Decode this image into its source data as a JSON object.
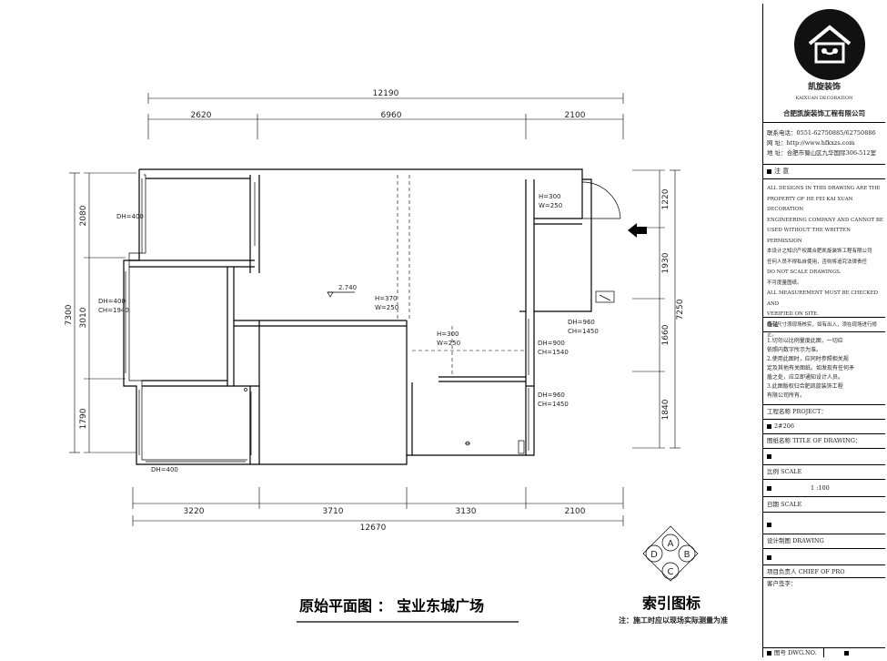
{
  "company": {
    "logo_text_cn": "凯旋装饰",
    "logo_text_en": "KAIXUAN DECORATION",
    "name": "合肥凯旋装饰工程有限公司",
    "phone": "联系电话：0551-62750885/62750886",
    "website": "网    址：http://www.hfkxzs.com",
    "address": "地    址：合肥市蜀山区九华国际306-512室"
  },
  "notes": {
    "heading": "注 意",
    "lines": [
      "ALL DESIGNS IN THIS DRAWING ARE THE",
      "PROPERTY OF HE FEI KAI XUAN DECORATION",
      "ENGINEERING COMPANY AND CANNOT BE",
      "USED WITHOUT THE WRITTEN PERMISSION",
      "本设计之知识产权属合肥凯旋装饰工程有限公司",
      "任何人员不得私自使用，否则将追究法律责任",
      "DO NOT SCALE DRAWINGS.",
      "不可度量图纸。",
      "ALL MEASUREMENT MUST BE CHECKED AND",
      "VERIFIED ON SITE.",
      "所有尺寸须现场核实，如有出入，须在现场进行修正。"
    ]
  },
  "remarks": {
    "heading": "备注",
    "lines": [
      "1.切勿以比例量度此图，一切应",
      "依照内数字所示为准。",
      "2.使用此图时，应同时参照相关规",
      "定及其他有关图纸。如发现有任何矛",
      "盾之处，应立即通知设计人员。",
      "3.此图版权归合肥凯旋装饰工程",
      "有限公司所有。"
    ]
  },
  "project": {
    "label": "工程名称 PROJECT：",
    "value": "2#206"
  },
  "drawing_title_label": "图纸名称 TITLE  OF  DRAWING：",
  "scale": {
    "label": "比例 SCALE",
    "value": "1 :100"
  },
  "date_label": "日期 SCALE",
  "design_label": "设计制图 DRAWING",
  "chief_label": "项目负责人 CHIEF OF PRO",
  "client_label": "客户签字：",
  "drawing_no_label": "图号 DWG.NO.",
  "plan": {
    "title": "原始平面图  ：  宝业东城广场",
    "dims_top_total": "12190",
    "dims_top": [
      "2620",
      "6960",
      "2100"
    ],
    "dims_bottom": [
      "3220",
      "3710",
      "3130",
      "2100"
    ],
    "dims_bottom_total": "12670",
    "dims_left_total": "7300",
    "dims_left": [
      "2080",
      "3010",
      "1790"
    ],
    "dims_right_total": "7250",
    "dims_right": [
      "1220",
      "1930",
      "1660",
      "1840"
    ],
    "labels": {
      "dh400_a": "DH=400",
      "dh400_b": "DH=400",
      "ch1940": "CH=1940",
      "dh400_c": "DH=400",
      "elev": "2.740",
      "h370": "H=370",
      "w250_a": "W=250",
      "h300_a": "H=300",
      "w250_b": "W=250",
      "h300_b": "H=300",
      "w250_c": "W=250",
      "dh960_a": "DH=960",
      "ch1450_a": "CH=1450",
      "dh900": "DH=900",
      "ch1540": "CH=1540",
      "dh960_b": "DH=960",
      "ch1450_b": "CH=1450"
    }
  },
  "index_legend": {
    "title": "索引图标",
    "letters": [
      "A",
      "B",
      "C",
      "D"
    ],
    "note": "注：施工时应以现场实际测量为准"
  }
}
